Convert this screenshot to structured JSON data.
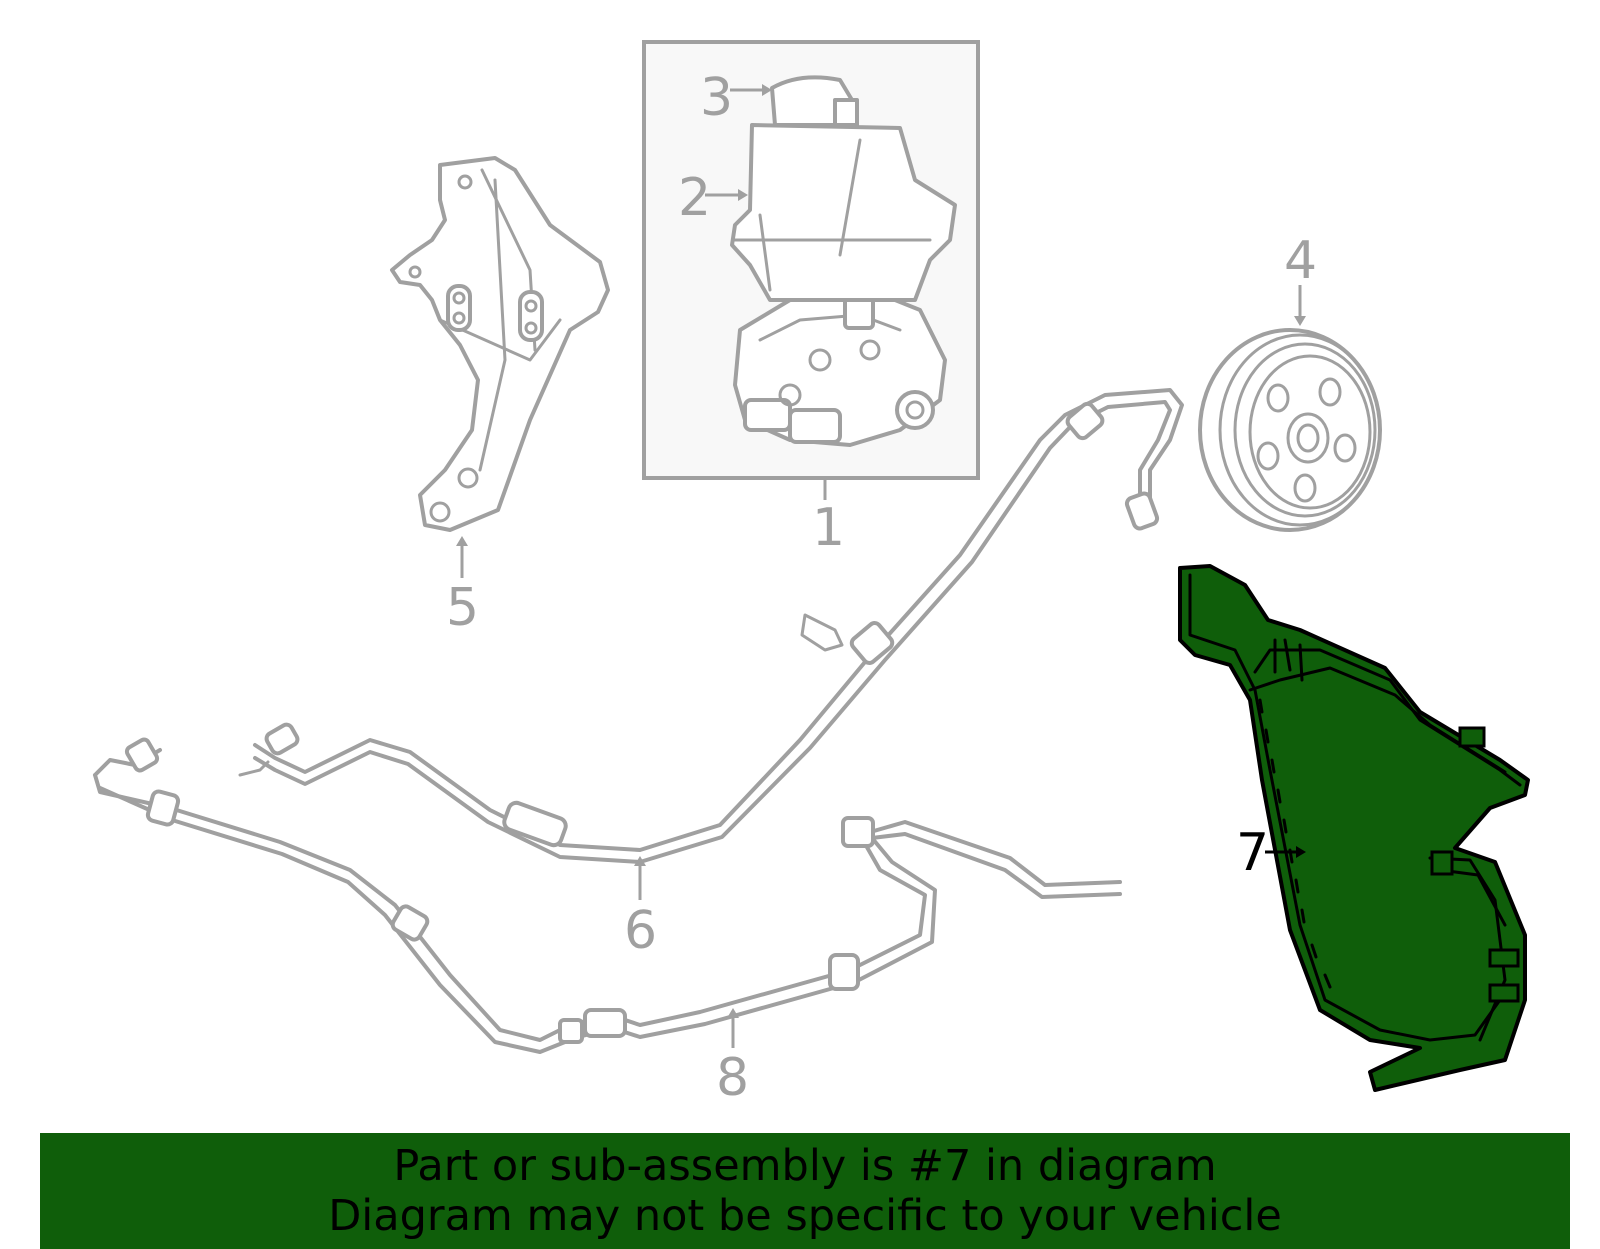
{
  "banner": {
    "line1": "Part or sub-assembly is #7 in diagram",
    "line2": "Diagram may not be specific to your vehicle",
    "background": "#0f5e0a"
  },
  "highlight_color": "#0f5e0a",
  "callouts": [
    {
      "id": "1",
      "label": "1"
    },
    {
      "id": "2",
      "label": "2"
    },
    {
      "id": "3",
      "label": "3"
    },
    {
      "id": "4",
      "label": "4"
    },
    {
      "id": "5",
      "label": "5"
    },
    {
      "id": "6",
      "label": "6"
    },
    {
      "id": "7",
      "label": "7",
      "highlighted": true
    },
    {
      "id": "8",
      "label": "8"
    }
  ]
}
